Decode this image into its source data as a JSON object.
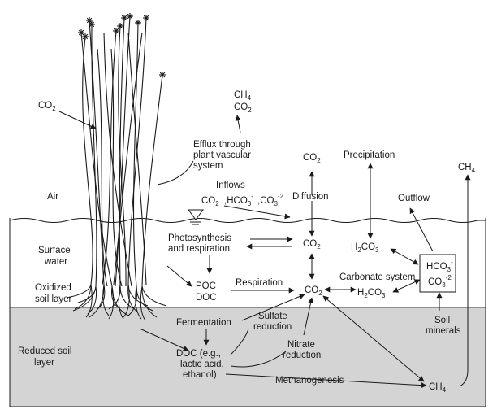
{
  "zones": {
    "air": "Air",
    "surface_water": [
      "Surface",
      "water"
    ],
    "oxidized": [
      "Oxidized",
      "soil layer"
    ],
    "reduced": [
      "Reduced soil",
      "layer"
    ]
  },
  "labels": {
    "co2_atmos": {
      "base": "CO",
      "sub": "2"
    },
    "ch4_top": {
      "base": "CH",
      "sub": "4"
    },
    "co2_top": {
      "base": "CO",
      "sub": "2"
    },
    "efflux": [
      "Efflux through",
      "plant vascular",
      "system"
    ],
    "co2_diffusion_top": {
      "base": "CO",
      "sub": "2"
    },
    "diffusion": "Diffusion",
    "precipitation": "Precipitation",
    "ch4_right": {
      "base": "CH",
      "sub": "4"
    },
    "inflows": "Inflows",
    "inflow_co2": {
      "base": "CO",
      "sub": "2"
    },
    "inflow_hco3": {
      "base": "HCO",
      "sub": "3",
      "sup": "-",
      "prefix": ","
    },
    "inflow_co3": {
      "base": "CO",
      "sub": "3",
      "sup": "-2",
      "prefix": ","
    },
    "outflow": "Outflow",
    "photosynthesis": [
      "Photosynthesis",
      "and respiration"
    ],
    "co2_water": {
      "base": "CO",
      "sub": "2"
    },
    "h2co3_upper": {
      "pre": "H",
      "presub": "2",
      "base": "CO",
      "sub": "3"
    },
    "box_hco3": {
      "base": "HCO",
      "sub": "3",
      "sup": "-"
    },
    "box_co3": {
      "base": "CO",
      "sub": "3",
      "sup": "-2"
    },
    "poc": "POC",
    "doc": "DOC",
    "respiration": "Respiration",
    "co2_soil": {
      "base": "CO",
      "sub": "2"
    },
    "carbonate_system": "Carbonate system",
    "h2co3_lower": {
      "pre": "H",
      "presub": "2",
      "base": "CO",
      "sub": "3"
    },
    "soil_minerals": [
      "Soil",
      "minerals"
    ],
    "fermentation": "Fermentation",
    "sulfate": [
      "Sulfate",
      "reduction"
    ],
    "nitrate": [
      "Nitrate",
      "reduction"
    ],
    "doc_products": [
      "DOC (e.g.,",
      "lactic acid,",
      "ethanol)"
    ],
    "methanogenesis": "Methanogenesis",
    "ch4_bottom": {
      "base": "CH",
      "sub": "4"
    }
  },
  "colors": {
    "reduced_fill": "#d4d4d4",
    "line": "#1a1a1a"
  }
}
